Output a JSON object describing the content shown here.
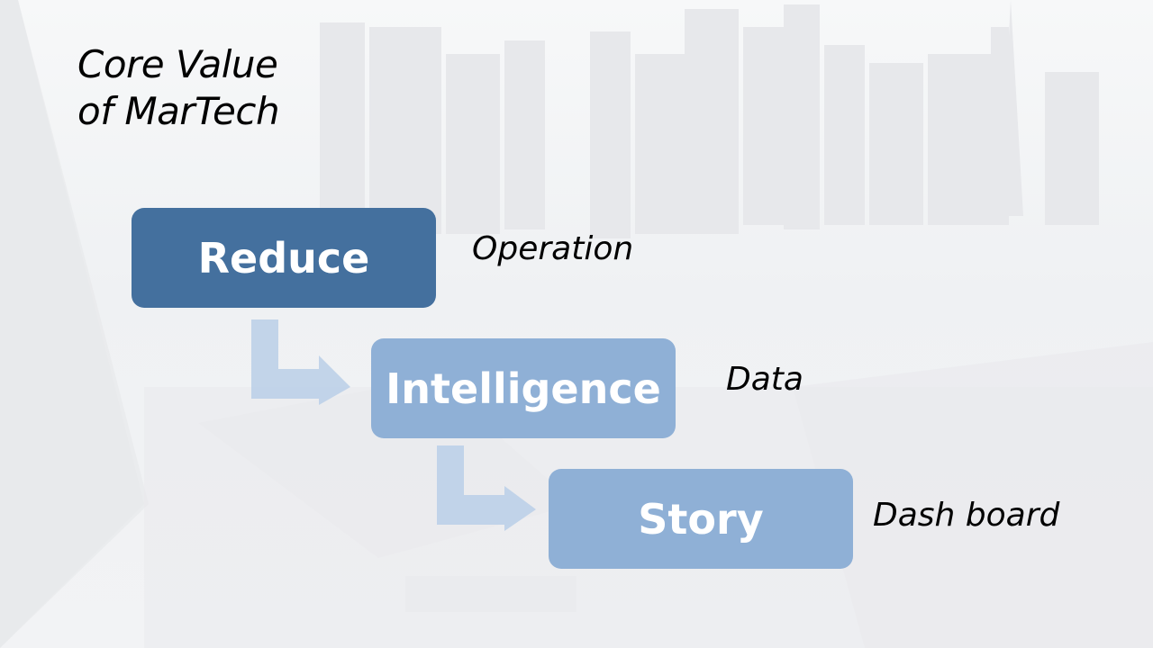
{
  "slide": {
    "title_line1": "Core Value",
    "title_line2": "of MarTech"
  },
  "steps": [
    {
      "label": "Reduce",
      "annotation": "Operation",
      "color": "#44709e"
    },
    {
      "label": "Intelligence",
      "annotation": "Data",
      "color": "#8fb0d6"
    },
    {
      "label": "Story",
      "annotation": "Dash board",
      "color": "#8fb0d6"
    }
  ],
  "colors": {
    "arrow": "#bfd2e8",
    "background": "#f3f4f6"
  },
  "icons": {
    "connector": "bent-arrow-icon",
    "background": "city-skyline-image"
  }
}
